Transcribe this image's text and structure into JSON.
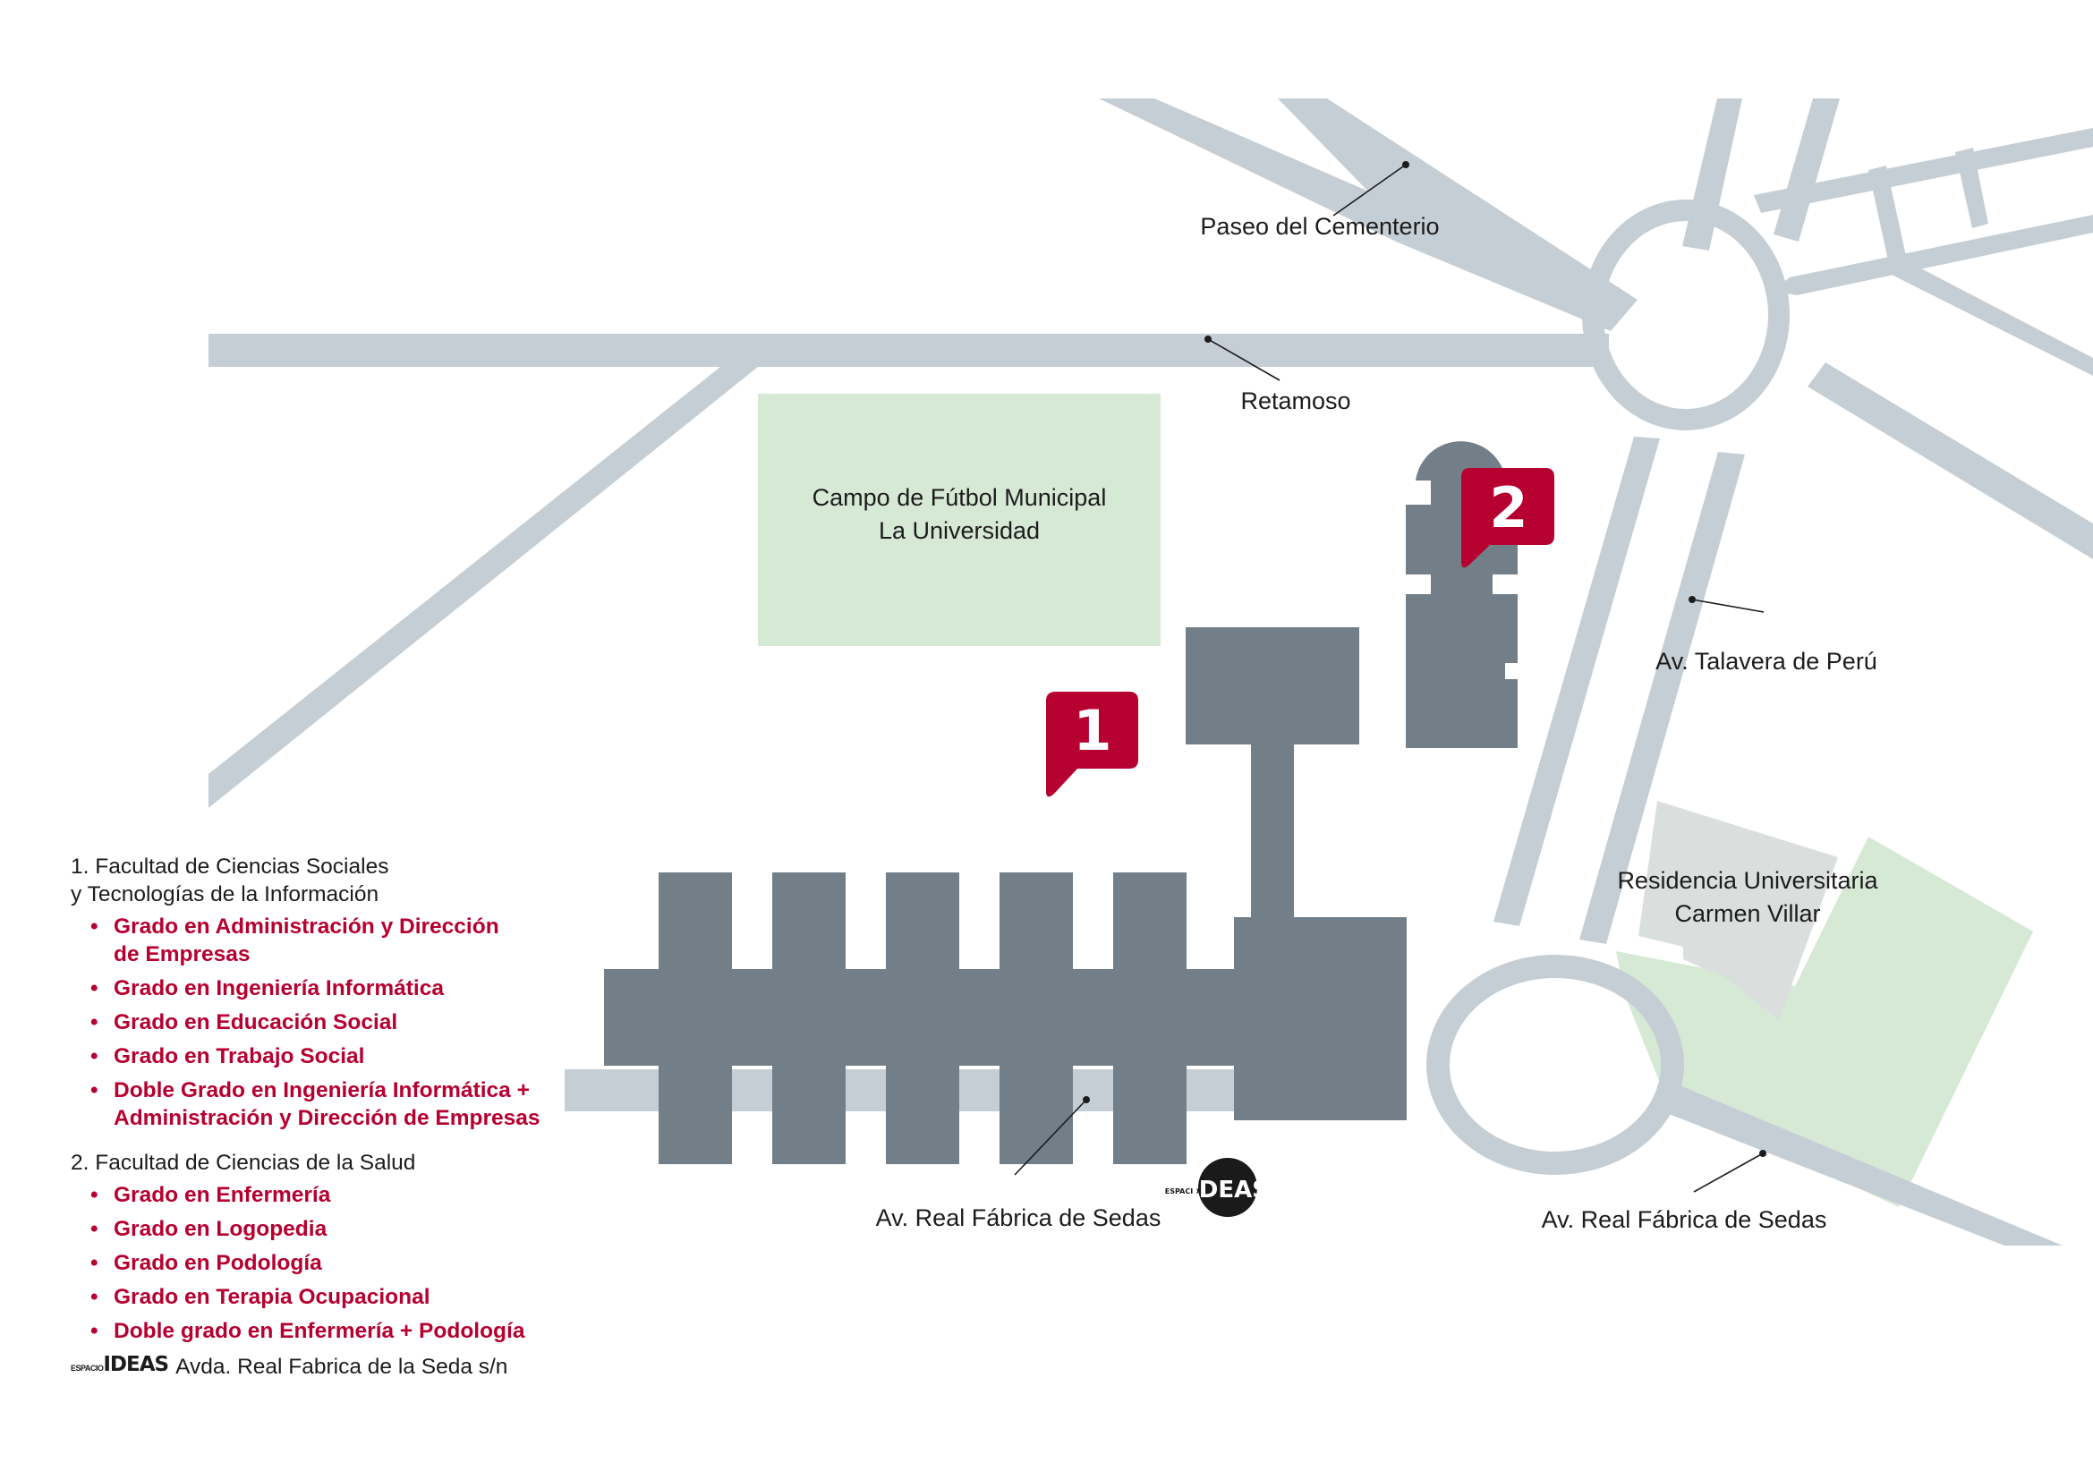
{
  "map": {
    "colors": {
      "road": "#c6ced5",
      "building": "#727f88",
      "park": "#d6e9d5",
      "residence": "#dadfde",
      "marker": "#b6002f",
      "text": "#1c1c1c"
    },
    "markers": [
      {
        "id": "1",
        "label": "1",
        "refers_to": "Facultad de Ciencias Sociales y Tecnologías de la Información"
      },
      {
        "id": "2",
        "label": "2",
        "refers_to": "Facultad de Ciencias de la Salud"
      }
    ],
    "areas": {
      "football_field": {
        "line1": "Campo de Fútbol Municipal",
        "line2": "La Universidad"
      },
      "residence": {
        "line1": "Residencia Universitaria",
        "line2": "Carmen Villar"
      }
    },
    "street_labels": {
      "paseo_cementerio": "Paseo del  Cementerio",
      "retamoso": "Retamoso",
      "talavera_peru": "Av. Talavera de Perú",
      "real_fabrica_left": "Av. Real Fábrica de Sedas",
      "real_fabrica_right": "Av. Real Fábrica de Sedas"
    },
    "logo": {
      "small": "ESPACIO",
      "big": "IDEAS"
    }
  },
  "legend": {
    "sections": [
      {
        "title_line1": "1. Facultad de Ciencias Sociales",
        "title_line2": "y Tecnologías de la Información",
        "items": [
          {
            "line1": "Grado en Administración y Dirección",
            "line2": "de Empresas"
          },
          {
            "line1": "Grado en Ingeniería Informática"
          },
          {
            "line1": "Grado en Educación Social"
          },
          {
            "line1": "Grado en Trabajo Social"
          },
          {
            "line1": "Doble Grado en Ingeniería Informática +",
            "line2": "Administración y Dirección de Empresas"
          }
        ]
      },
      {
        "title_line1": "2. Facultad de Ciencias de la Salud",
        "items": [
          {
            "line1": "Grado en Enfermería"
          },
          {
            "line1": "Grado en Logopedia"
          },
          {
            "line1": "Grado en Podología"
          },
          {
            "line1": "Grado en Terapia Ocupacional"
          },
          {
            "line1": "Doble grado en Enfermería + Podología"
          }
        ]
      }
    ],
    "bullet": "•",
    "address": {
      "logo_small": "ESPACIO",
      "logo_big": "IDEAS",
      "text": "Avda. Real Fabrica de la Seda s/n"
    }
  }
}
